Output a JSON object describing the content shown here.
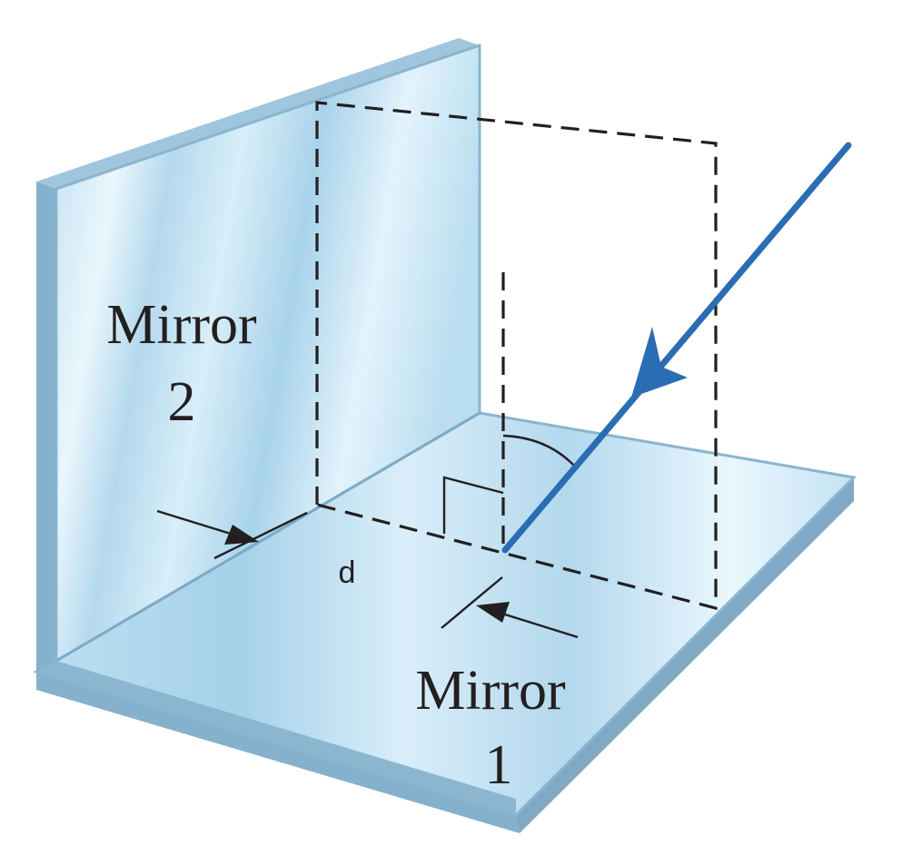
{
  "labels": {
    "mirror2_word": "Mirror",
    "mirror2_num": "2",
    "mirror1_word": "Mirror",
    "mirror1_num": "1",
    "d": "d"
  },
  "colors": {
    "mirror_face": "#c9e6f4",
    "mirror_highlight": "#eef8fd",
    "mirror_edge": "#8bb5cf",
    "mirror_edge_dark": "#6d9ab8",
    "ray": "#2a6db3",
    "lines": "#231f20"
  }
}
